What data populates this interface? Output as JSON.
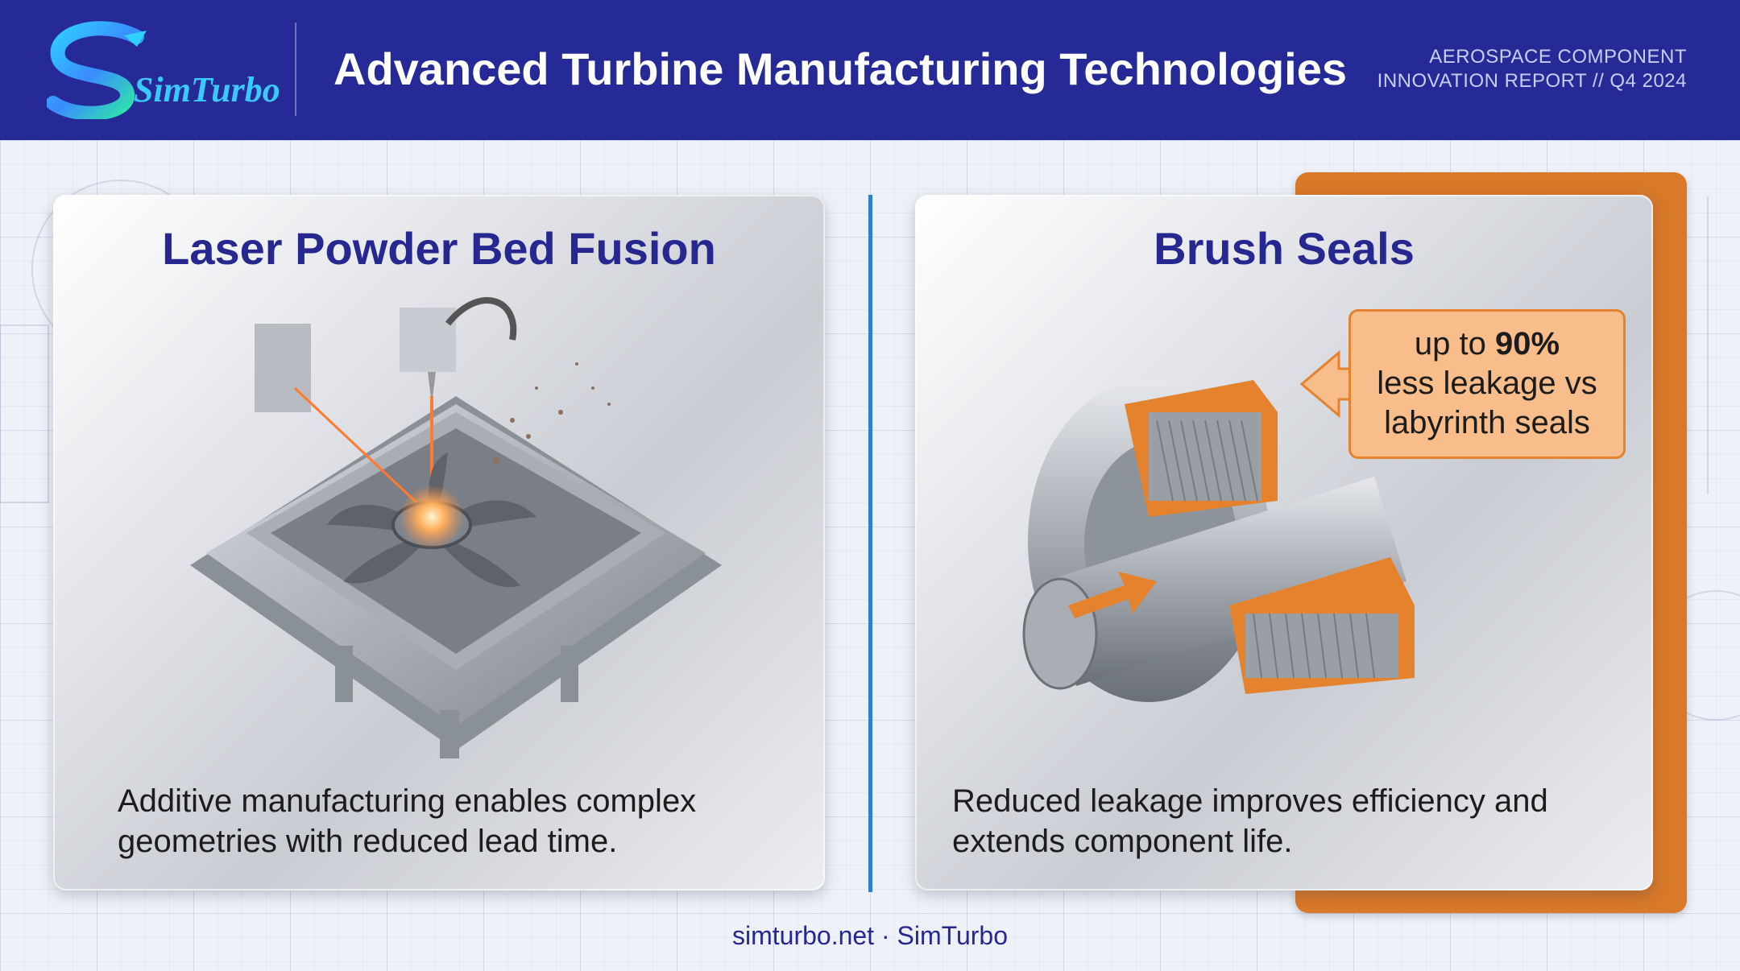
{
  "header": {
    "logo_text": "SimTurbo",
    "title": "Advanced Turbine Manufacturing Technologies",
    "report_line1": "AEROSPACE COMPONENT",
    "report_line2": "INNOVATION REPORT // Q4 2024"
  },
  "panels": [
    {
      "title": "Laser Powder Bed Fusion",
      "description": "Additive manufacturing enables complex geometries with reduced lead time."
    },
    {
      "title": "Brush Seals",
      "description": "Reduced leakage improves efficiency and extends component life."
    }
  ],
  "callout": {
    "prefix": "up to ",
    "highlight": "90%",
    "line2": "less leakage vs",
    "line3": "labyrinth seals"
  },
  "footer": {
    "text": "simturbo.net · SimTurbo"
  },
  "colors": {
    "header_bg": "#262a97",
    "title_blue": "#27288f",
    "accent_orange": "#d9792a",
    "divider_blue": "#2f7fd0"
  }
}
